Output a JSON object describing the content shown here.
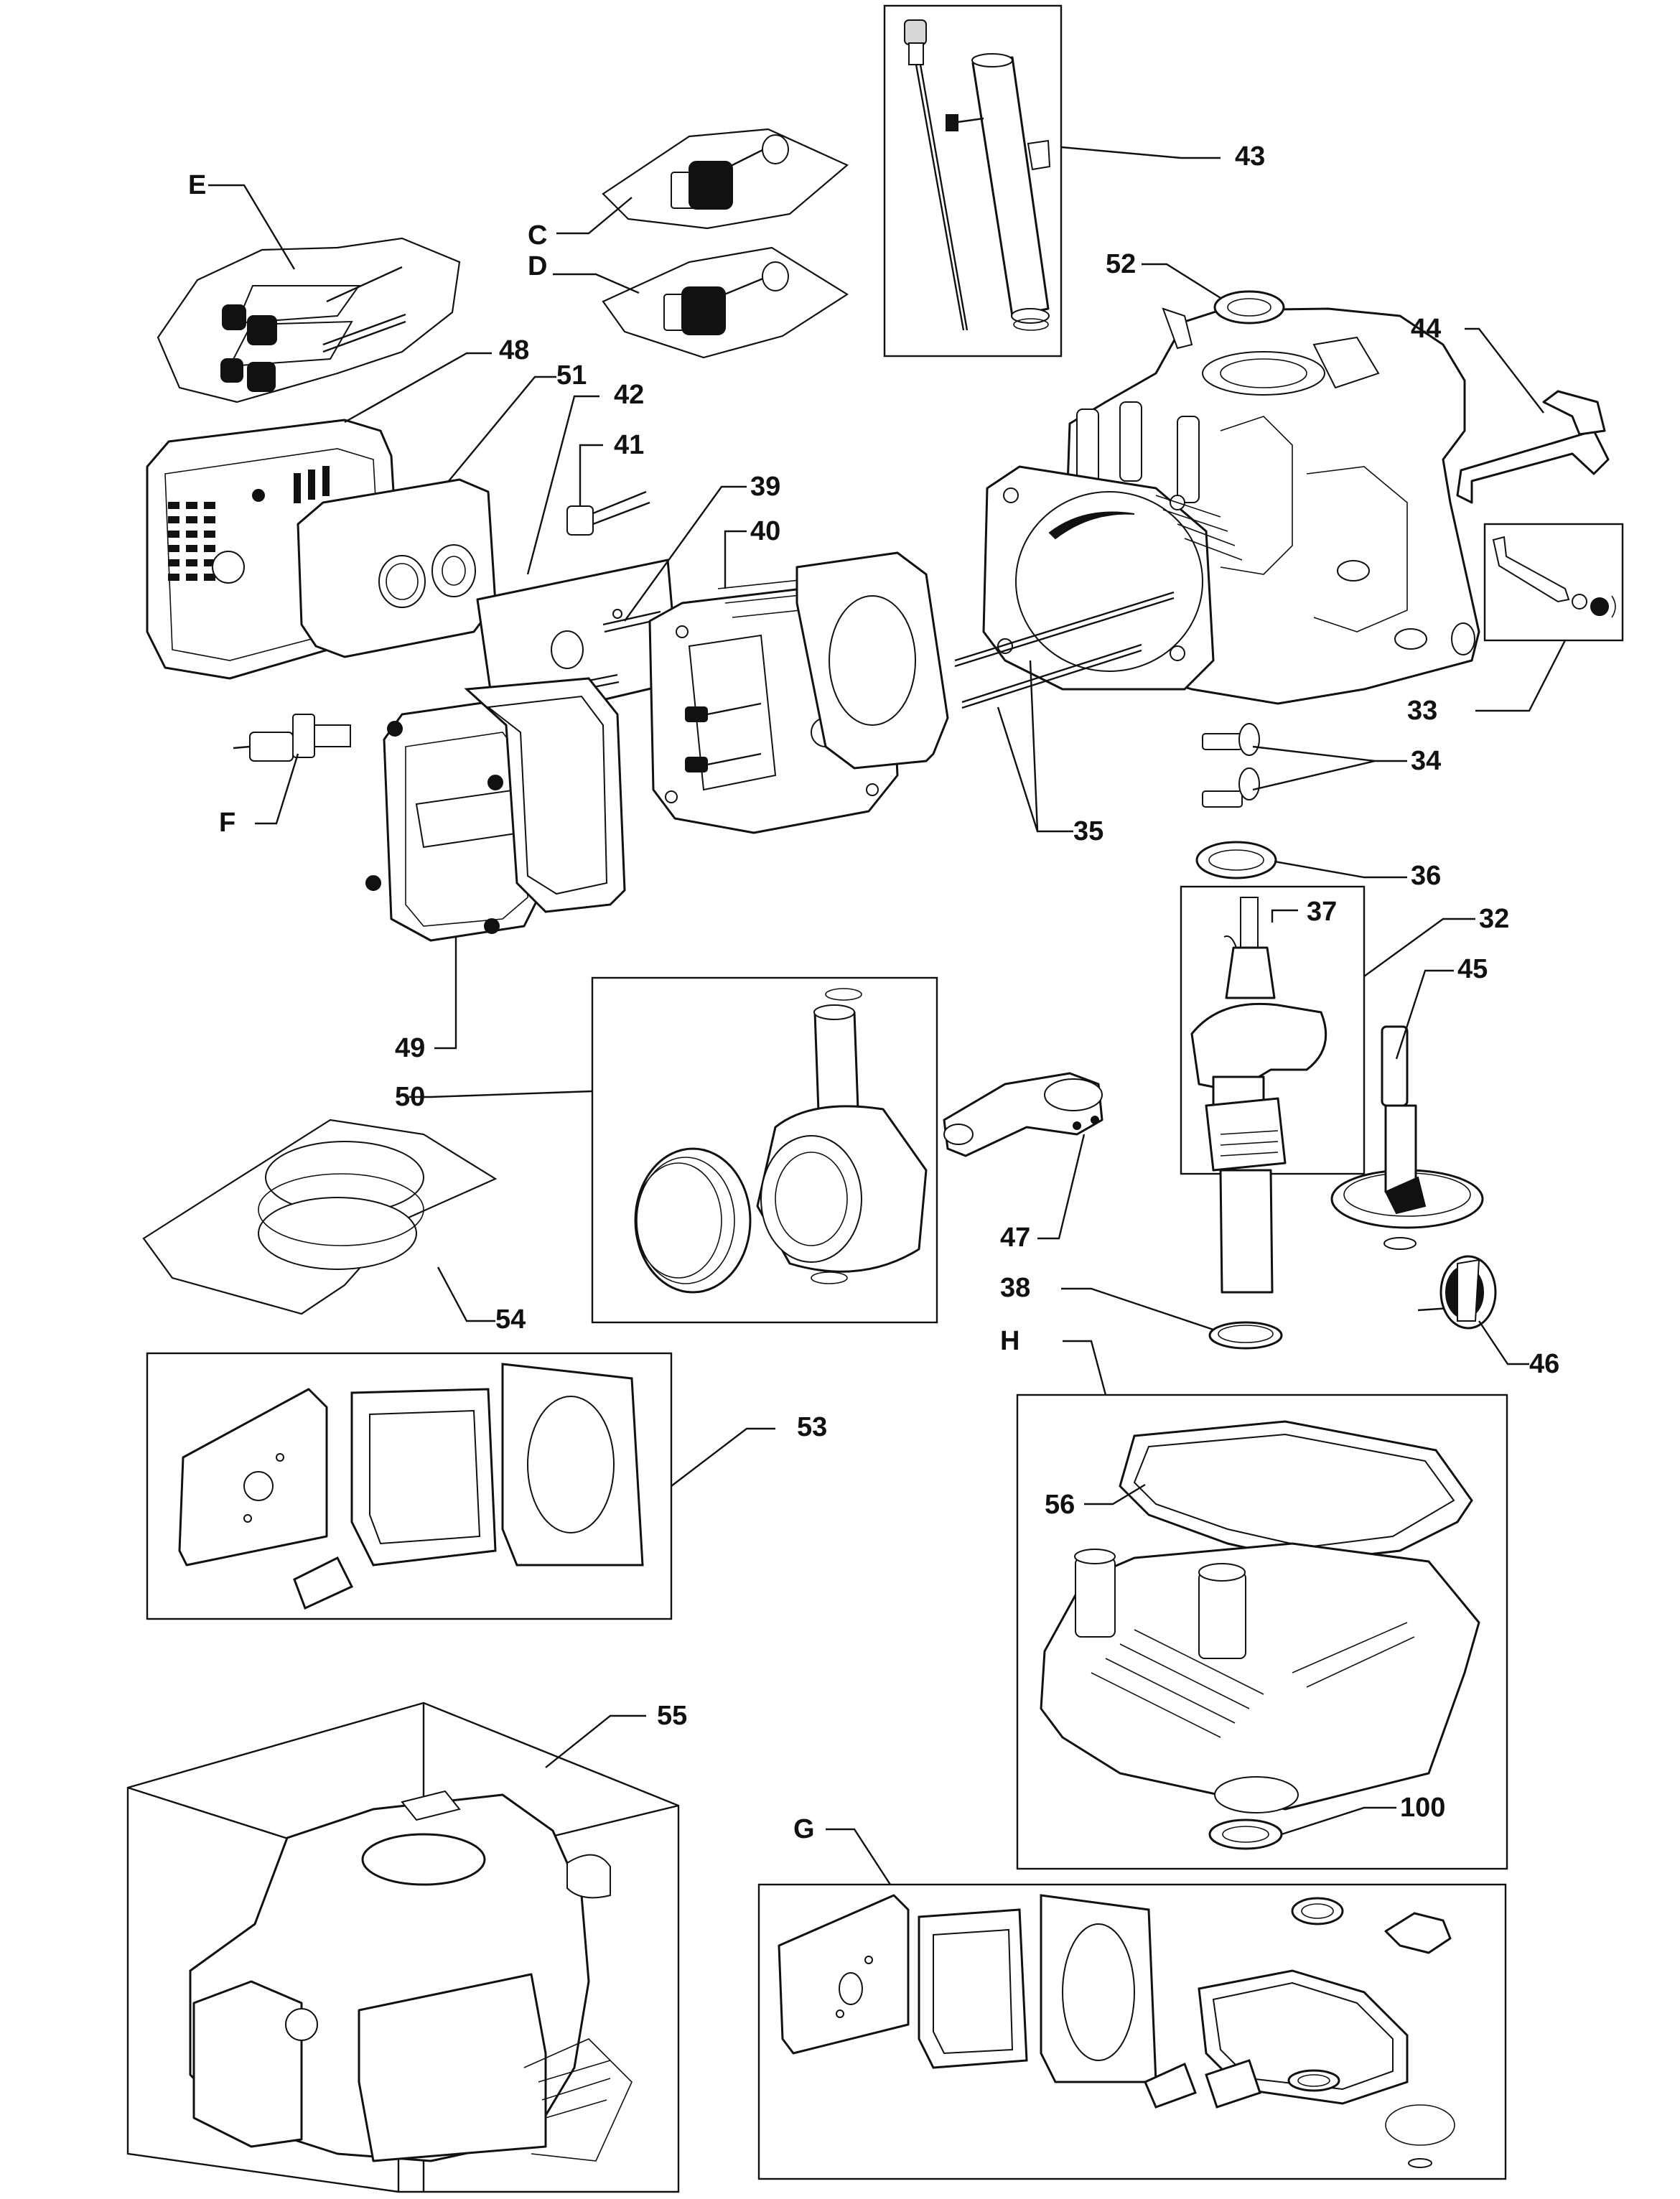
{
  "diagram": {
    "type": "exploded-parts-diagram",
    "labels": [
      {
        "id": "43",
        "text": "43"
      },
      {
        "id": "E",
        "text": "E"
      },
      {
        "id": "C",
        "text": "C"
      },
      {
        "id": "D",
        "text": "D"
      },
      {
        "id": "52",
        "text": "52"
      },
      {
        "id": "44",
        "text": "44"
      },
      {
        "id": "33",
        "text": "33"
      },
      {
        "id": "34",
        "text": "34"
      },
      {
        "id": "35",
        "text": "35"
      },
      {
        "id": "36",
        "text": "36"
      },
      {
        "id": "37",
        "text": "37"
      },
      {
        "id": "32",
        "text": "32"
      },
      {
        "id": "45",
        "text": "45"
      },
      {
        "id": "46",
        "text": "46"
      },
      {
        "id": "38",
        "text": "38"
      },
      {
        "id": "47",
        "text": "47"
      },
      {
        "id": "48",
        "text": "48"
      },
      {
        "id": "51",
        "text": "51"
      },
      {
        "id": "42",
        "text": "42"
      },
      {
        "id": "41",
        "text": "41"
      },
      {
        "id": "39",
        "text": "39"
      },
      {
        "id": "40",
        "text": "40"
      },
      {
        "id": "49",
        "text": "49"
      },
      {
        "id": "F",
        "text": "F"
      },
      {
        "id": "50",
        "text": "50"
      },
      {
        "id": "54",
        "text": "54"
      },
      {
        "id": "53",
        "text": "53"
      },
      {
        "id": "H",
        "text": "H"
      },
      {
        "id": "56",
        "text": "56"
      },
      {
        "id": "100",
        "text": "100"
      },
      {
        "id": "55",
        "text": "55"
      },
      {
        "id": "G",
        "text": "G"
      }
    ]
  }
}
